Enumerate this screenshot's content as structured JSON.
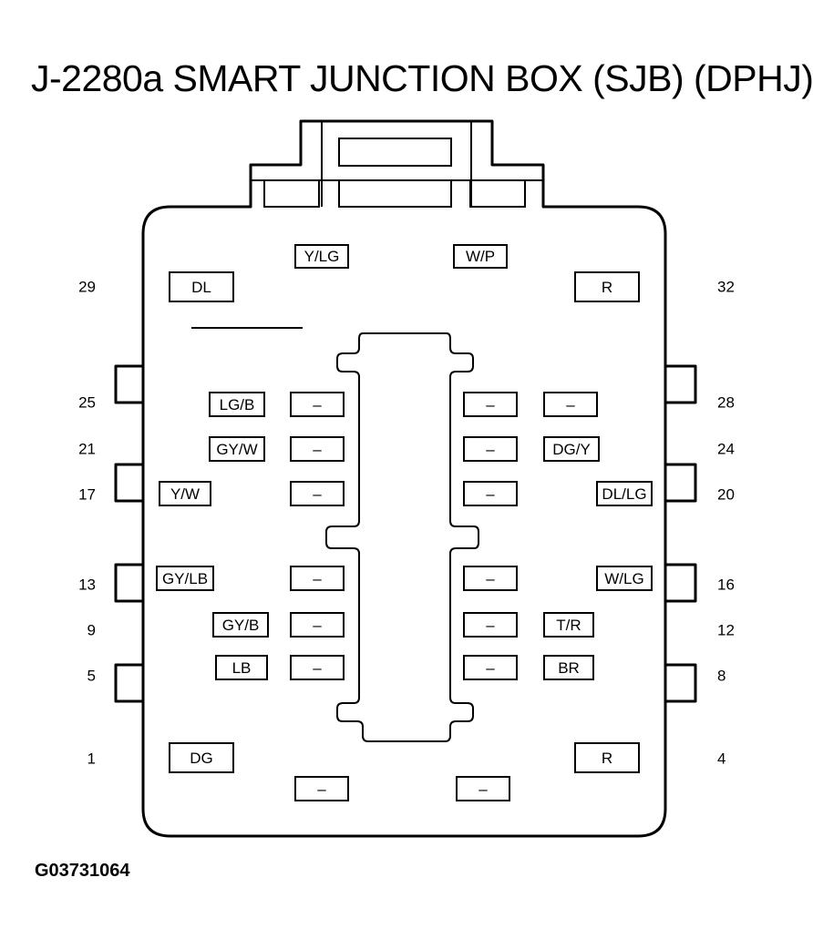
{
  "title": "J-2280a SMART JUNCTION BOX (SJB) (DPHJ)",
  "figure_id": "G03731064",
  "pins": {
    "p29": "29",
    "p32": "32",
    "p25": "25",
    "p28": "28",
    "p21": "21",
    "p24": "24",
    "p17": "17",
    "p20": "20",
    "p13": "13",
    "p16": "16",
    "p9": "9",
    "p12": "12",
    "p5": "5",
    "p8": "8",
    "p1": "1",
    "p4": "4"
  },
  "wires": {
    "top_left": "Y/LG",
    "top_right": "W/P",
    "pin29": "DL",
    "pin32": "R",
    "pin25": "LG/B",
    "pin25_inner": "–",
    "pin28_inner": "–",
    "pin28": "–",
    "pin21": "GY/W",
    "pin21_inner": "–",
    "pin24_inner": "–",
    "pin24": "DG/Y",
    "pin17": "Y/W",
    "pin17_inner": "–",
    "pin20_inner": "–",
    "pin20": "DL/LG",
    "pin13": "GY/LB",
    "pin13_inner": "–",
    "pin16_inner": "–",
    "pin16": "W/LG",
    "pin9": "GY/B",
    "pin9_inner": "–",
    "pin12_inner": "–",
    "pin12": "T/R",
    "pin5": "LB",
    "pin5_inner": "–",
    "pin8_inner": "–",
    "pin8": "BR",
    "pin1": "DG",
    "pin4": "R",
    "bottom_left": "–",
    "bottom_right": "–"
  }
}
